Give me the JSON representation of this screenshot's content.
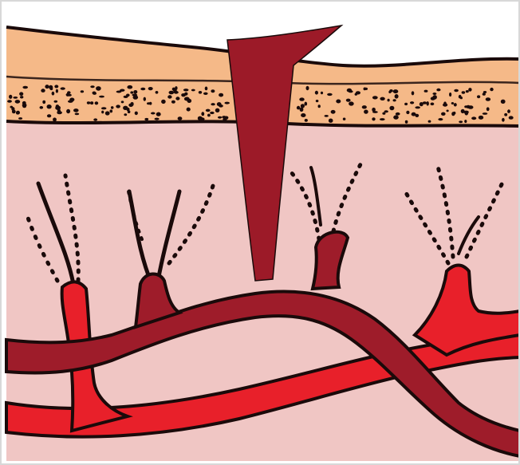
{
  "diagram": {
    "kind": "skin cross-section with blood vessels and penetrating wound",
    "labels": [],
    "colors": {
      "background": "#ffffff",
      "epidermis": "#f5b988",
      "dermis": "#f0c6c4",
      "vein": "#9e1c2a",
      "artery": "#e8202a",
      "wound": "#9c1a28",
      "outline": "#1a0a0a"
    },
    "layers": [
      "epidermis",
      "dermis"
    ],
    "vessels": [
      "upper-vessel-dark",
      "lower-vessel-bright",
      "capillary-branches"
    ],
    "features": [
      "penetrating-wedge"
    ]
  }
}
